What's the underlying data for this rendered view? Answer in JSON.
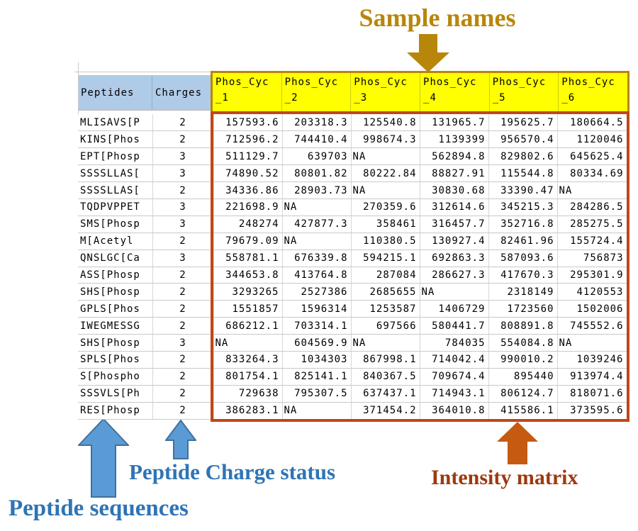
{
  "annotations": {
    "sample_names": "Sample names",
    "peptide_sequences": "Peptide sequences",
    "peptide_charge_status": "Peptide Charge status",
    "intensity_matrix": "Intensity matrix"
  },
  "colors": {
    "gold": "#B8860B",
    "yellow": "#FFFF00",
    "header_blue": "#AFCBE8",
    "matrix_border": "#C04718",
    "arrow_blue": "#5B9BD5",
    "arrow_blue_border": "#41719C",
    "label_blue": "#2E74B5",
    "arrow_orange": "#C55A11",
    "label_brown": "#9C3A10",
    "gridline": "#C9C9C9"
  },
  "table": {
    "peptides_header": "Peptides",
    "charges_header": "Charges",
    "sample_columns": [
      "Phos_Cyc_1",
      "Phos_Cyc_2",
      "Phos_Cyc_3",
      "Phos_Cyc_4",
      "Phos_Cyc_5",
      "Phos_Cyc_6"
    ],
    "rows": [
      {
        "peptide": "MLISAVS[P",
        "charge": "2",
        "values": [
          "157593.6",
          "203318.3",
          "125540.8",
          "131965.7",
          "195625.7",
          "180664.5"
        ]
      },
      {
        "peptide": "KINS[Phos",
        "charge": "2",
        "values": [
          "712596.2",
          "744410.4",
          "998674.3",
          "1139399",
          "956570.4",
          "1120046"
        ]
      },
      {
        "peptide": "EPT[Phosp",
        "charge": "3",
        "values": [
          "511129.7",
          "639703",
          "NA",
          "562894.8",
          "829802.6",
          "645625.4"
        ]
      },
      {
        "peptide": "SSSSLLAS[",
        "charge": "3",
        "values": [
          "74890.52",
          "80801.82",
          "80222.84",
          "88827.91",
          "115544.8",
          "80334.69"
        ]
      },
      {
        "peptide": "SSSSLLAS[",
        "charge": "2",
        "values": [
          "34336.86",
          "28903.73",
          "NA",
          "30830.68",
          "33390.47",
          "NA"
        ]
      },
      {
        "peptide": "TQDPVPPET",
        "charge": "3",
        "values": [
          "221698.9",
          "NA",
          "270359.6",
          "312614.6",
          "345215.3",
          "284286.5"
        ]
      },
      {
        "peptide": "SMS[Phosp",
        "charge": "3",
        "values": [
          "248274",
          "427877.3",
          "358461",
          "316457.7",
          "352716.8",
          "285275.5"
        ]
      },
      {
        "peptide": "M[Acetyl",
        "charge": "2",
        "values": [
          "79679.09",
          "NA",
          "110380.5",
          "130927.4",
          "82461.96",
          "155724.4"
        ]
      },
      {
        "peptide": "QNSLGC[Ca",
        "charge": "3",
        "values": [
          "558781.1",
          "676339.8",
          "594215.1",
          "692863.3",
          "587093.6",
          "756873"
        ]
      },
      {
        "peptide": "ASS[Phosp",
        "charge": "2",
        "values": [
          "344653.8",
          "413764.8",
          "287084",
          "286627.3",
          "417670.3",
          "295301.9"
        ]
      },
      {
        "peptide": "SHS[Phosp",
        "charge": "2",
        "values": [
          "3293265",
          "2527386",
          "2685655",
          "NA",
          "2318149",
          "4120553"
        ]
      },
      {
        "peptide": "GPLS[Phos",
        "charge": "2",
        "values": [
          "1551857",
          "1596314",
          "1253587",
          "1406729",
          "1723560",
          "1502006"
        ]
      },
      {
        "peptide": "IWEGMESSG",
        "charge": "2",
        "values": [
          "686212.1",
          "703314.1",
          "697566",
          "580441.7",
          "808891.8",
          "745552.6"
        ]
      },
      {
        "peptide": "SHS[Phosp",
        "charge": "3",
        "values": [
          "NA",
          "604569.9",
          "NA",
          "784035",
          "554084.8",
          "NA"
        ]
      },
      {
        "peptide": "SPLS[Phos",
        "charge": "2",
        "values": [
          "833264.3",
          "1034303",
          "867998.1",
          "714042.4",
          "990010.2",
          "1039246"
        ]
      },
      {
        "peptide": "S[Phospho",
        "charge": "2",
        "values": [
          "801754.1",
          "825141.1",
          "840367.5",
          "709674.4",
          "895440",
          "913974.4"
        ]
      },
      {
        "peptide": "SSSVLS[Ph",
        "charge": "2",
        "values": [
          "729638",
          "795307.5",
          "637437.1",
          "714943.1",
          "806124.7",
          "818071.6"
        ]
      },
      {
        "peptide": "RES[Phosp",
        "charge": "2",
        "values": [
          "386283.1",
          "NA",
          "371454.2",
          "364010.8",
          "415586.1",
          "373595.6"
        ]
      }
    ]
  }
}
